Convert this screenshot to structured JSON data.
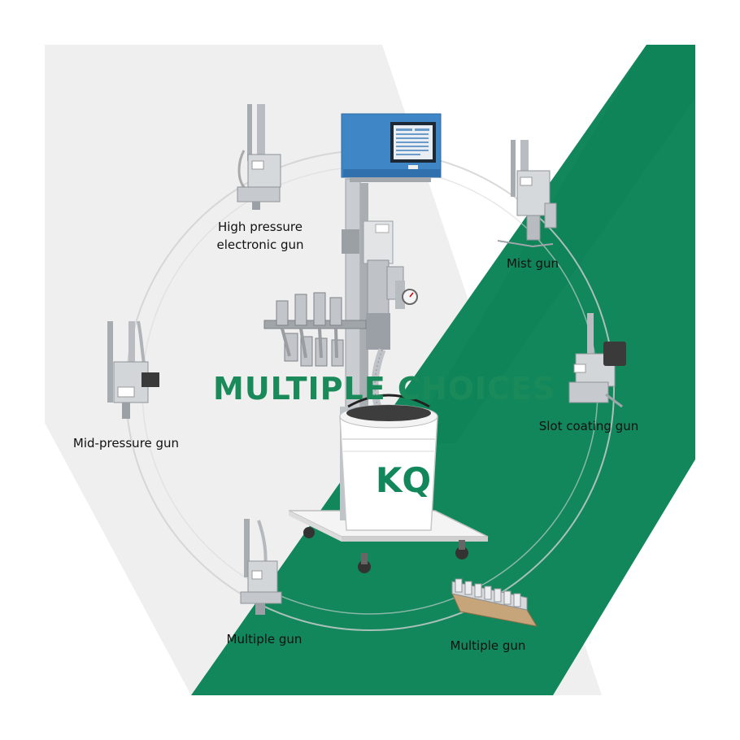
{
  "headline": "MULTIPLE CHOICES",
  "brand_mark": "KQ",
  "colors": {
    "accent_green": "#12875c",
    "light_gray": "#efefef",
    "enclosure_blue": "#3f86c6",
    "headline_green": "#1a8a5a"
  },
  "guns": [
    {
      "id": "high-pressure",
      "label_line1": "High pressure",
      "label_line2": "electronic gun"
    },
    {
      "id": "mist",
      "label": "Mist gun"
    },
    {
      "id": "mid-pressure",
      "label": "Mid-pressure gun"
    },
    {
      "id": "slot-coating",
      "label": "Slot coating gun"
    },
    {
      "id": "multiple-left",
      "label": "Multiple gun"
    },
    {
      "id": "multiple-right",
      "label": "Multiple gun"
    }
  ]
}
